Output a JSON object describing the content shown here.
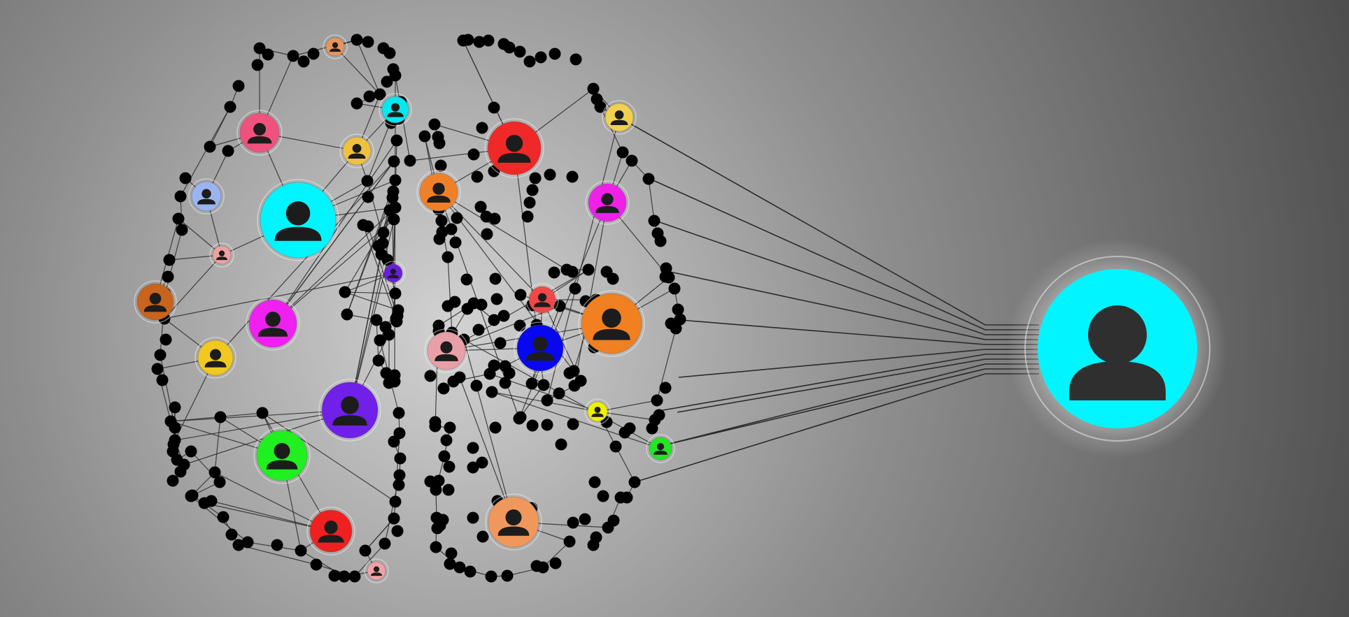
{
  "colors": {
    "background_center": "#d2d2d2",
    "background_edge": "#4e4e4e",
    "link": "#2a2a2a",
    "junction_node": "#000000",
    "person_glyph": "#1c1c1c",
    "hub_fill": "#00f5ff",
    "hub_glyph": "#2f2f2f"
  },
  "hub": {
    "icon": "person-icon",
    "fill": "#00f5ff"
  },
  "person_nodes": [
    {
      "id": "p1",
      "fill": "#e8955c"
    },
    {
      "id": "p2",
      "fill": "#00e8f0"
    },
    {
      "id": "p3",
      "fill": "#f0527e"
    },
    {
      "id": "p4",
      "fill": "#f0c040"
    },
    {
      "id": "p5",
      "fill": "#00f5ff"
    },
    {
      "id": "p6",
      "fill": "#9bb4f0"
    },
    {
      "id": "p7",
      "fill": "#f0a0a0"
    },
    {
      "id": "p8",
      "fill": "#c8641e"
    },
    {
      "id": "p9",
      "fill": "#6a1ed8"
    },
    {
      "id": "p10",
      "fill": "#f020f0"
    },
    {
      "id": "p11",
      "fill": "#f0c81e"
    },
    {
      "id": "p12",
      "fill": "#7020e8"
    },
    {
      "id": "p13",
      "fill": "#20f020"
    },
    {
      "id": "p14",
      "fill": "#f02020"
    },
    {
      "id": "p15",
      "fill": "#f0a0a8"
    },
    {
      "id": "p16",
      "fill": "#f02828"
    },
    {
      "id": "p17",
      "fill": "#f08028"
    },
    {
      "id": "p18",
      "fill": "#f0d050"
    },
    {
      "id": "p19",
      "fill": "#f020e8"
    },
    {
      "id": "p20",
      "fill": "#f04848"
    },
    {
      "id": "p21",
      "fill": "#f08020"
    },
    {
      "id": "p22",
      "fill": "#e8a0a8"
    },
    {
      "id": "p23",
      "fill": "#0808f0"
    },
    {
      "id": "p24",
      "fill": "#f0f000"
    },
    {
      "id": "p25",
      "fill": "#20e820"
    },
    {
      "id": "p26",
      "fill": "#f0985c"
    }
  ]
}
